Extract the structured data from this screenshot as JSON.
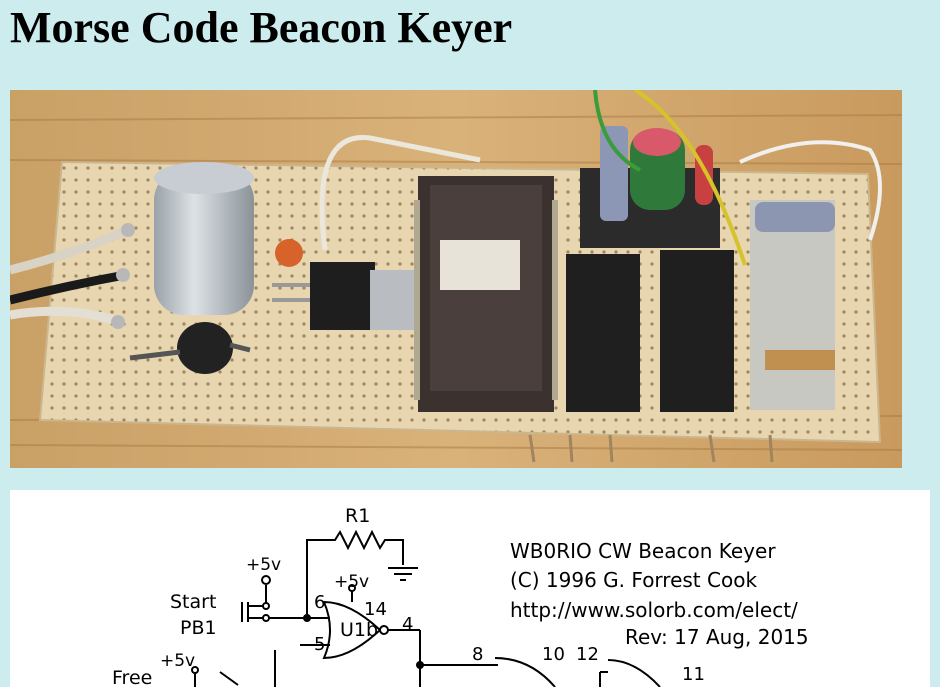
{
  "page": {
    "title": "Morse Code Beacon Keyer"
  },
  "photo": {
    "subject": "Assembled Morse code beacon keyer circuit board on a wooden table"
  },
  "schematic": {
    "caption": {
      "line1": "WB0RIO CW Beacon Keyer",
      "line2": "(C) 1996  G. Forrest Cook",
      "line3": "http://www.solorb.com/elect/",
      "line4": "Rev: 17 Aug, 2015"
    },
    "labels": {
      "r1": "R1",
      "plus5v_a": "+5v",
      "plus5v_b": "+5v",
      "plus5v_c": "+5v",
      "start": "Start",
      "pb1": "PB1",
      "free": "Free",
      "u1b": "U1b",
      "pin6": "6",
      "pin14": "14",
      "pin5": "5",
      "pin4": "4",
      "pin8": "8",
      "pin10": "10",
      "pin12": "12",
      "pin11": "11"
    }
  }
}
